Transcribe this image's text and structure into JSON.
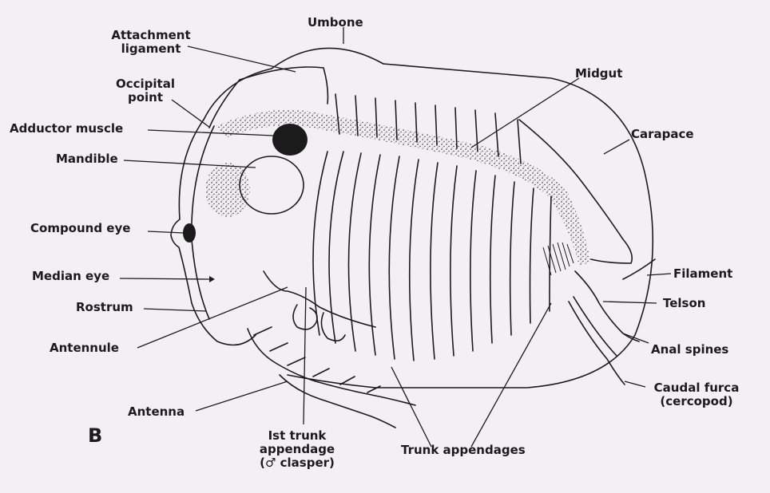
{
  "labels": {
    "umbone": "Umbone",
    "attachment_ligament": "Attachment\nligament",
    "occipital_point": "Occipital\npoint",
    "adductor_muscle": "Adductor muscle",
    "mandible": "Mandible",
    "compound_eye": "Compound eye",
    "median_eye": "Median eye",
    "rostrum": "Rostrum",
    "antennule": "Antennule",
    "antenna": "Antenna",
    "first_trunk_appendage": "Ist trunk\nappendage\n(♂ clasper)",
    "trunk_appendages": "Trunk appendages",
    "midgut": "Midgut",
    "carapace": "Carapace",
    "filament": "Filament",
    "telson": "Telson",
    "anal_spines": "Anal spines",
    "caudal_furca": "Caudal furca\n(cercopod)"
  },
  "panel_letter": "B",
  "colors": {
    "ink": "#1b1b1b",
    "paper": "#f3f0f3"
  }
}
